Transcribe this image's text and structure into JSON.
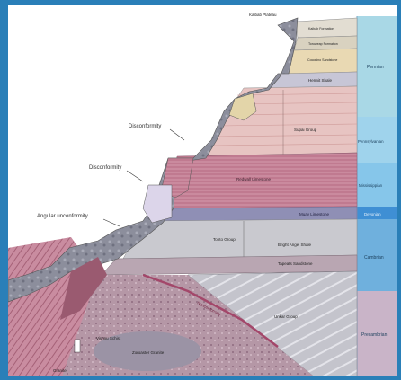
{
  "diagram": {
    "left_labels": {
      "disconformity_1": "Disconformity",
      "disconformity_2": "Disconformity",
      "angular_unconformity": "Angular unconformity"
    },
    "top_label": "Kaibab Plateau",
    "formations": {
      "kaibab_limestone": "Kaibab Formation",
      "toroweap": "Toroweap Formation",
      "coconino": "Coconino Sandstone",
      "hermit_shale": "Hermit Shale",
      "supai": "Supai Group",
      "redwall": "Redwall Limestone",
      "muav": "Muav Limestone",
      "bright_angel": "Bright Angel Shale",
      "tapeats": "Tapeats Sandstone",
      "tonto_group": "Tonto Group",
      "nonconformity": "Nonconformity",
      "unkar_group": "Unkar Group",
      "vishnu_schist": "Vishnu Schist",
      "zoroaster_granite": "Zoroaster Granite",
      "granite": "Granite"
    },
    "periods": [
      "Permian",
      "Pennsylvanian",
      "Mississippian",
      "Devonian",
      "Cambrian",
      "Precambrian"
    ],
    "colors": {
      "frame_border": "#2a7fb8",
      "permian": "#a9d8e6",
      "pennsylvanian": "#9fd3ec",
      "mississippian": "#86c6ea",
      "devonian": "#3f8fd4",
      "cambrian": "#6fb0dd",
      "precambrian": "#c9b4c8"
    }
  }
}
